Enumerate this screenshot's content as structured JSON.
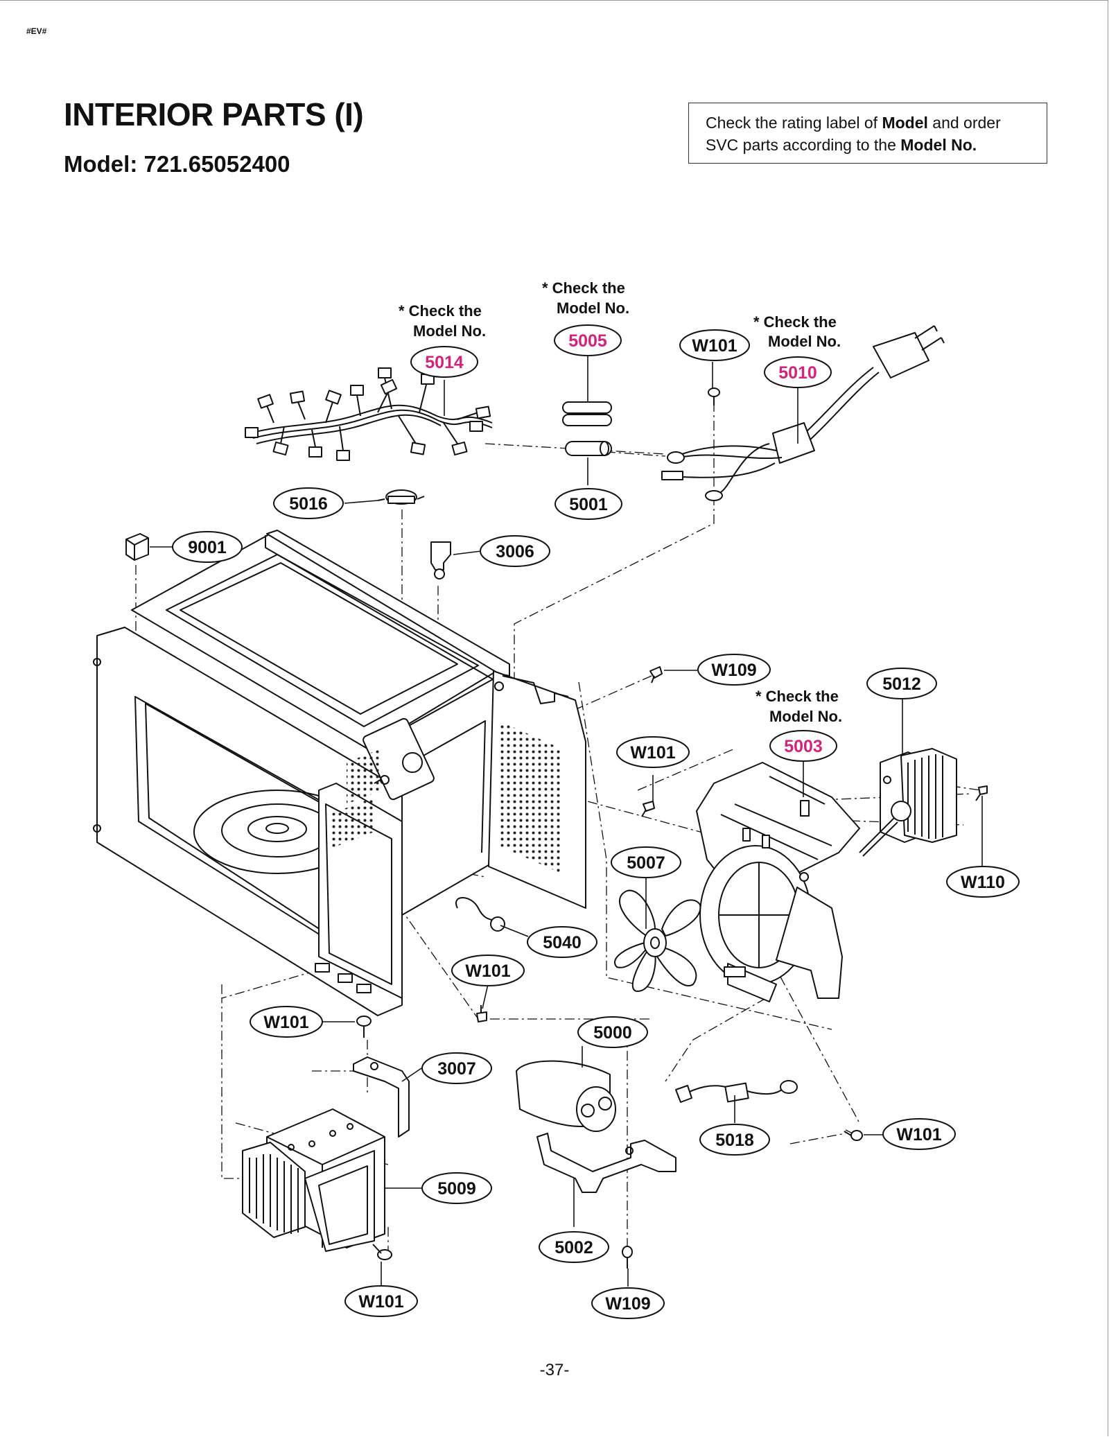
{
  "header": {
    "code": "#EV#"
  },
  "title": "INTERIOR PARTS (I)",
  "model_line": "Model: 721.65052400",
  "notice": {
    "part1": "Check the rating label of ",
    "bold1": "Model",
    "part2": " and order SVC parts according to the ",
    "bold2": "Model No."
  },
  "check_note": {
    "line1": "* Check the",
    "line2": "Model No."
  },
  "labels": {
    "5014": "5014",
    "5005": "5005",
    "5010": "5010",
    "5003": "5003",
    "5016": "5016",
    "5001": "5001",
    "9001": "9001",
    "3006": "3006",
    "w101_top": "W101",
    "w109_top": "W109",
    "5012": "5012",
    "w101_mid": "W101",
    "5007": "5007",
    "w110": "W110",
    "5040": "5040",
    "w101_c": "W101",
    "w101_l": "W101",
    "3007": "3007",
    "5000": "5000",
    "5018": "5018",
    "w101_r": "W101",
    "5009": "5009",
    "5002": "5002",
    "w101_b": "W101",
    "w109_b": "W109"
  },
  "highlight_color": "#d4237a",
  "page_number": "-37-"
}
